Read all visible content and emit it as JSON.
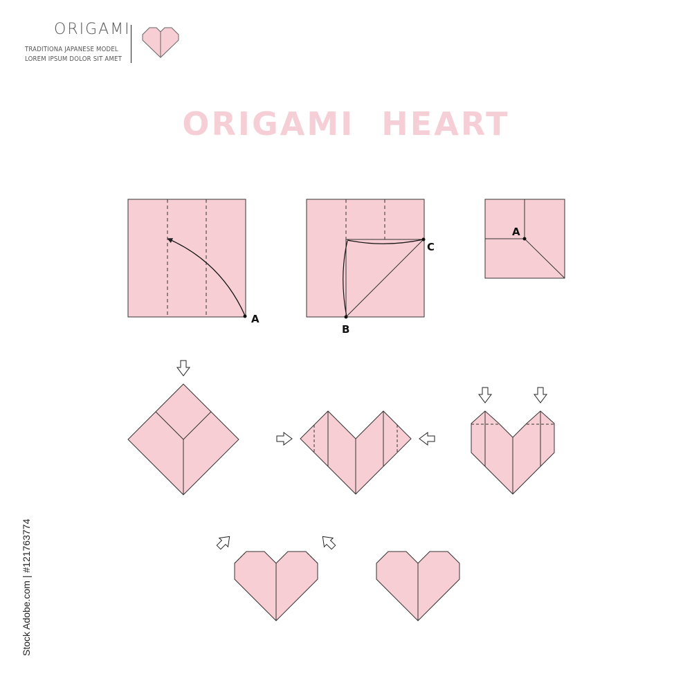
{
  "brand": {
    "title": "ORIGAMI",
    "subtitle_line1": "TRADITIONA JAPANESE MODEL",
    "subtitle_line2": "LOREM IPSUM DOLOR SIT AMET"
  },
  "main_title": "ORIGAMI  HEART",
  "labels": {
    "step1_a": "A",
    "step2_b": "B",
    "step2_c": "C",
    "step3_a": "A"
  },
  "stock_id": "Stock Adobe.com | #121763774",
  "colors": {
    "paper": "#f7ced4",
    "line": "#333333",
    "title_pink": "#f6cfd6"
  },
  "icons": [
    "small-heart-icon",
    "arrow-down-icon",
    "arrow-right-icon",
    "arrow-left-icon"
  ]
}
